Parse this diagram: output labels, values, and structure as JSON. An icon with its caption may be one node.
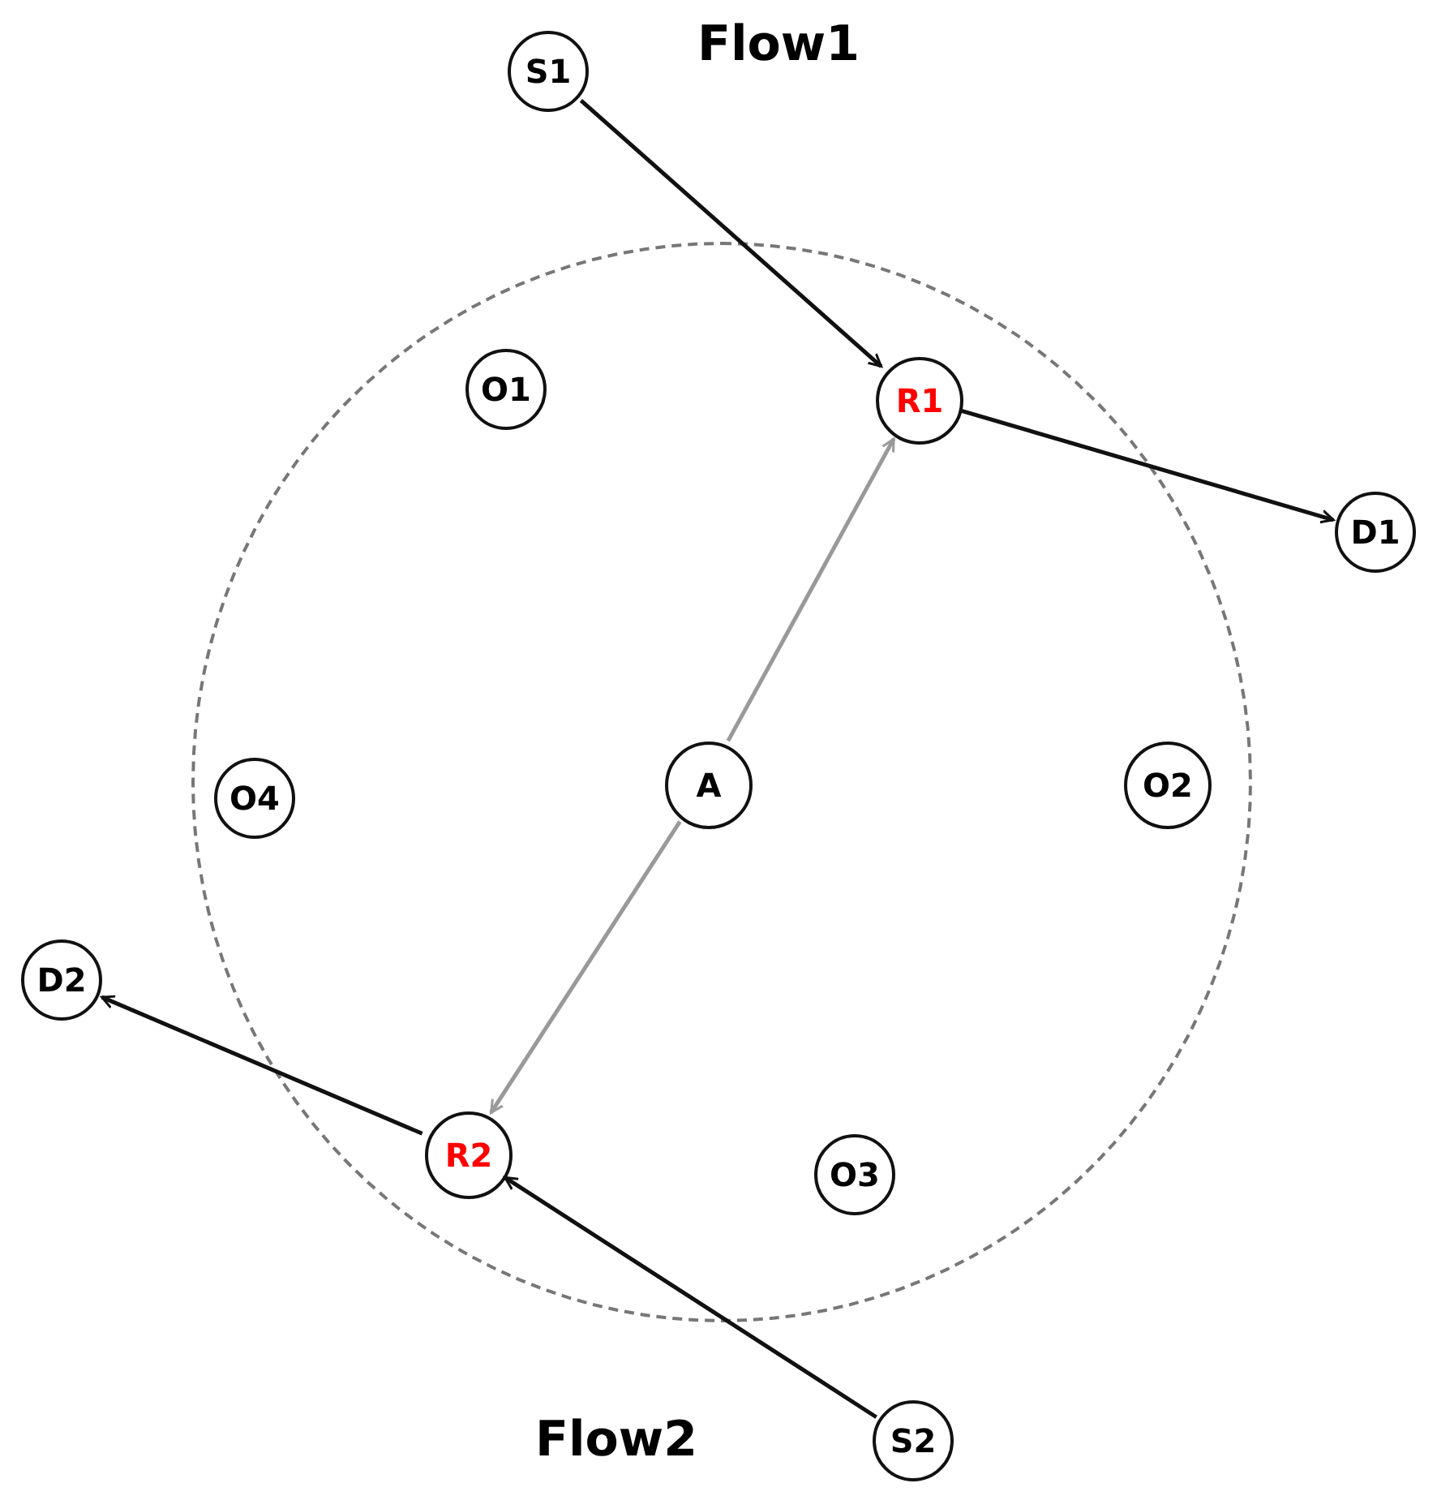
{
  "diagram": {
    "nodes": [
      {
        "text": [
          "S1"
        ]
      },
      {
        "text": [],
        "shape": "circle"
      },
      {
        "text": [
          "O1"
        ],
        "in": 1
      },
      {
        "text": [
          "R1"
        ],
        "in": 1
      },
      {
        "text": [
          "D1"
        ]
      },
      {
        "text": [
          "O4"
        ],
        "in": 1
      },
      {
        "text": [
          "A"
        ],
        "in": 1
      },
      {
        "text": [
          "O2"
        ],
        "in": 1
      },
      {
        "text": [
          "D2"
        ]
      },
      {
        "text": [
          "R2"
        ],
        "in": 1
      },
      {
        "text": [
          "O3"
        ],
        "in": 1
      },
      {
        "text": [
          "S2"
        ]
      }
    ],
    "edges": [
      {
        "from": 0,
        "to": 3,
        "arrow": "to"
      },
      {
        "from": 3,
        "to": 4,
        "arrow": "to"
      },
      {
        "from": 6,
        "to": 3,
        "arrow": "to",
        "color": "#999999"
      },
      {
        "from": 6,
        "to": 9,
        "arrow": "to",
        "color": "#999999"
      },
      {
        "from": 11,
        "to": 9,
        "arrow": "to"
      },
      {
        "from": 9,
        "to": 8,
        "arrow": "to"
      }
    ],
    "labels": [
      "Flow1",
      "Flow2"
    ]
  }
}
